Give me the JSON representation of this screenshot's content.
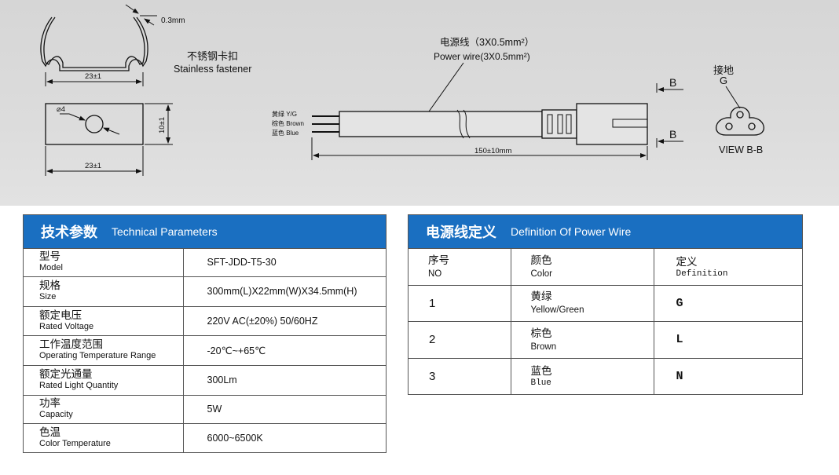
{
  "drawing": {
    "thickness": "0.3mm",
    "fastener_cn": "不锈钢卡扣",
    "fastener_en": "Stainless fastener",
    "width_top": "23±1",
    "width_bottom": "23±1",
    "hole_dia": "⌀4",
    "height": "10±1",
    "power_wire_cn": "电源线（3X0.5mm²）",
    "power_wire_en": "Power wire(3X0.5mm²)",
    "wire_yg": "黄绿 Y/G",
    "wire_brown": "棕色 Brown",
    "wire_blue": "蓝色 Blue",
    "length": "150±10mm",
    "section_top": "B",
    "section_bottom": "B",
    "ground_cn": "接地",
    "ground_letter": "G",
    "view_label": "VIEW B-B"
  },
  "tech": {
    "title_cn": "技术参数",
    "title_en": "Technical Parameters",
    "rows": [
      {
        "cn": "型号",
        "en": "Model",
        "value": "SFT-JDD-T5-30"
      },
      {
        "cn": "规格",
        "en": "Size",
        "value": "300mm(L)X22mm(W)X34.5mm(H)"
      },
      {
        "cn": "额定电压",
        "en": "Rated Voltage",
        "value": "220V AC(±20%) 50/60HZ"
      },
      {
        "cn": "工作温度范围",
        "en": "Operating  Temperature Range",
        "value": "-20℃~+65℃"
      },
      {
        "cn": "额定光通量",
        "en": "Rated Light Quantity",
        "value": "300Lm"
      },
      {
        "cn": "功率",
        "en": "Capacity",
        "value": "5W"
      },
      {
        "cn": "色温",
        "en": "Color Temperature",
        "value": "6000~6500K"
      }
    ]
  },
  "wire": {
    "title_cn": "电源线定义",
    "title_en": "Definition Of Power Wire",
    "head": {
      "no_cn": "序号",
      "no_en": "NO",
      "color_cn": "颜色",
      "color_en": "Color",
      "def_cn": "定义",
      "def_en": "Definition"
    },
    "rows": [
      {
        "no": "1",
        "color_cn": "黄绿",
        "color_en": "Yellow/Green",
        "def": "G"
      },
      {
        "no": "2",
        "color_cn": "棕色",
        "color_en": "Brown",
        "def": "L"
      },
      {
        "no": "3",
        "color_cn": "蓝色",
        "color_en": "Blue",
        "def": "N"
      }
    ]
  },
  "colors": {
    "header_blue": "#1a6fc1",
    "drawing_bg": "#d9d9d9"
  }
}
